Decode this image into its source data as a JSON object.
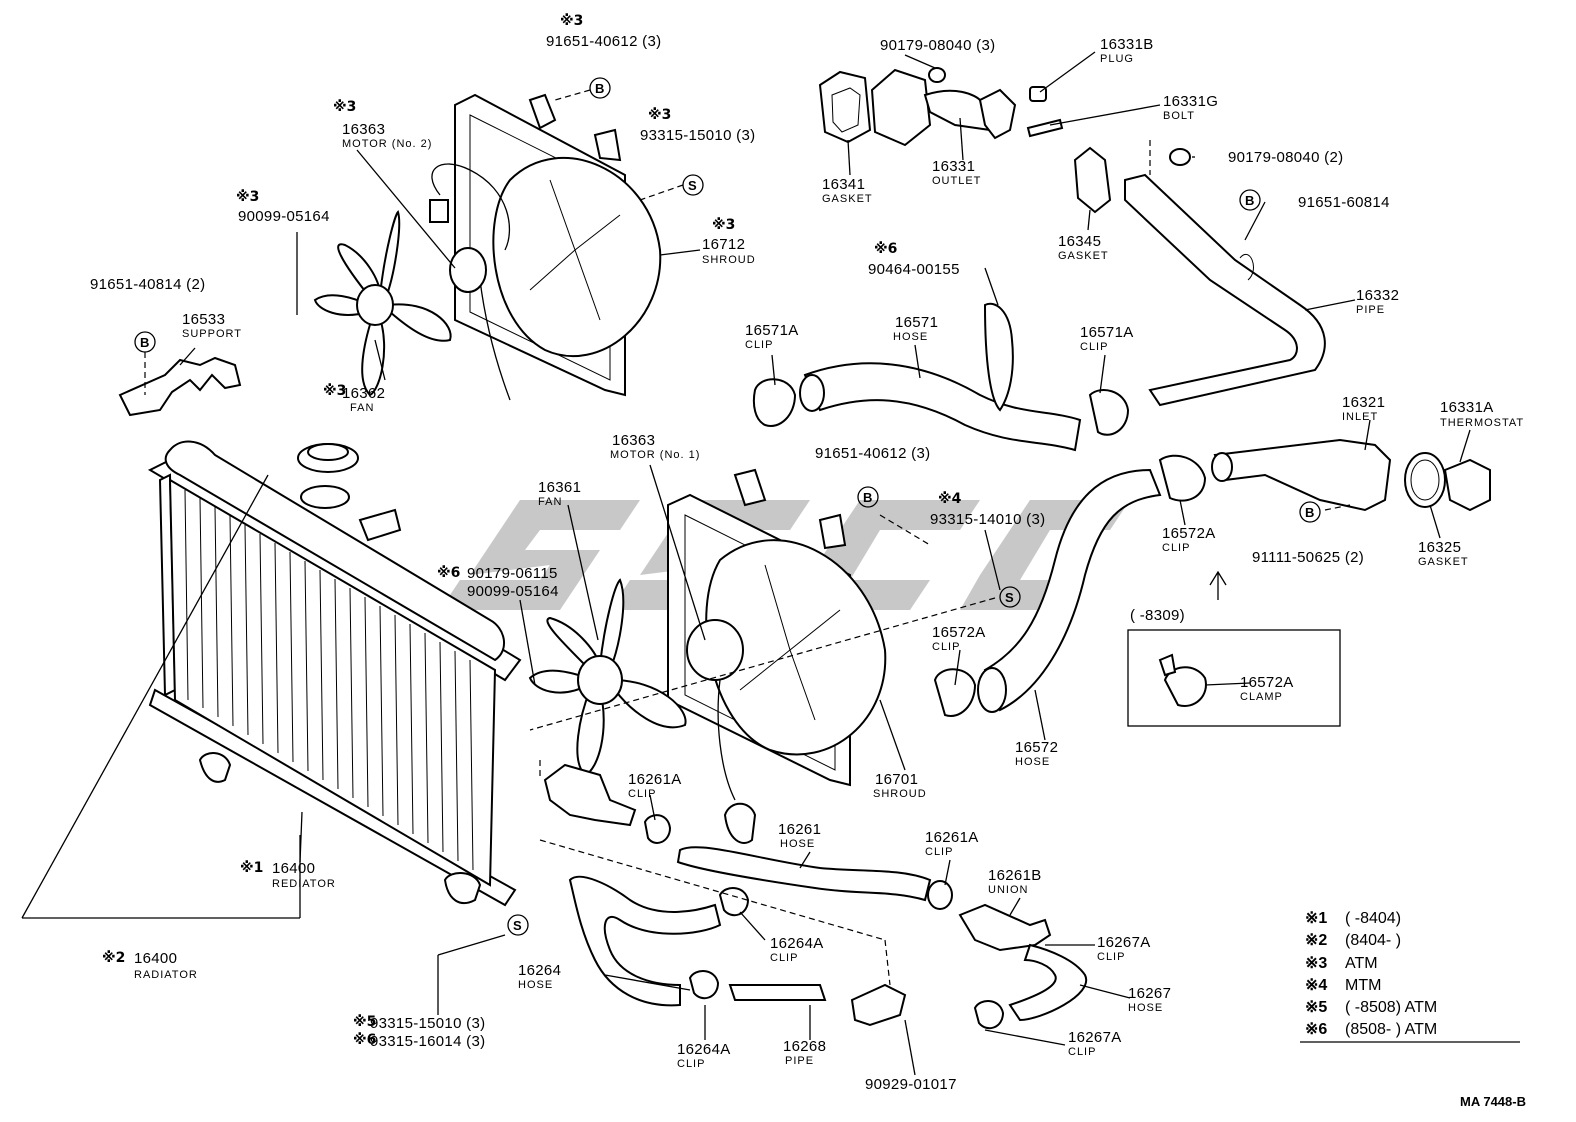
{
  "labels": {
    "l_91651_40612_top": "91651-40612 (3)",
    "l_16363_top": "16363",
    "l_motor_no2": "MOTOR (No. 2)",
    "l_93315_15010": "93315-15010 (3)",
    "l_16712": "16712",
    "l_shroud_top": "SHROUD",
    "l_90099_05164_top": "90099-05164",
    "l_91651_40814": "91651-40814 (2)",
    "l_16533": "16533",
    "l_support": "SUPPORT",
    "l_16362": "16362",
    "l_fan_top": "FAN",
    "l_90179_08040_3": "90179-08040 (3)",
    "l_16331b": "16331B",
    "l_plug": "PLUG",
    "l_16331g": "16331G",
    "l_bolt": "BOLT",
    "l_16341": "16341",
    "l_gasket_16341": "GASKET",
    "l_16331": "16331",
    "l_outlet": "OUTLET",
    "l_90179_08040_2": "90179-08040 (2)",
    "l_91651_60814": "91651-60814",
    "l_16345": "16345",
    "l_gasket_16345": "GASKET",
    "l_90464_00155": "90464-00155",
    "l_16332": "16332",
    "l_pipe_16332": "PIPE",
    "l_16571a_left": "16571A",
    "l_clip_16571a_left": "CLIP",
    "l_16571": "16571",
    "l_hose_16571": "HOSE",
    "l_16571a_right": "16571A",
    "l_clip_16571a_right": "CLIP",
    "l_16321": "16321",
    "l_inlet": "INLET",
    "l_16331a": "16331A",
    "l_thermostat": "THERMOSTAT",
    "l_16363_mid": "16363",
    "l_motor_no1": "MOTOR (No. 1)",
    "l_91651_40612_mid": "91651-40612 (3)",
    "l_16361": "16361",
    "l_fan_mid": "FAN",
    "l_93315_14010": "93315-14010 (3)",
    "l_16572a_top": "16572A",
    "l_clip_16572a_top": "CLIP",
    "l_91111_50625": "91111-50625 (2)",
    "l_16325": "16325",
    "l_gasket_16325": "GASKET",
    "l_90179_06115": "90179-06115",
    "l_90099_05164_mid": "90099-05164",
    "l_8309": "(        -8309)",
    "l_16572a_mid": "16572A",
    "l_clip_16572a_mid": "CLIP",
    "l_16572a_clamp": "16572A",
    "l_clamp": "CLAMP",
    "l_16572": "16572",
    "l_hose_16572": "HOSE",
    "l_16701": "16701",
    "l_shroud_mid": "SHROUD",
    "l_16261a_left": "16261A",
    "l_clip_16261a_left": "CLIP",
    "l_16261": "16261",
    "l_hose_16261": "HOSE",
    "l_16261a_right": "16261A",
    "l_clip_16261a_right": "CLIP",
    "l_16261b": "16261B",
    "l_union": "UNION",
    "l_16400_rediator": "16400",
    "l_rediator": "REDIATOR",
    "l_16264a_mid": "16264A",
    "l_clip_16264a_mid": "CLIP",
    "l_16267a_top": "16267A",
    "l_clip_16267a_top": "CLIP",
    "l_16400_radiator": "16400",
    "l_radiator": "RADIATOR",
    "l_16264": "16264",
    "l_hose_16264": "HOSE",
    "l_16267": "16267",
    "l_hose_16267": "HOSE",
    "l_93315_15010_b": "93315-15010 (3)",
    "l_93315_16014": "93315-16014 (3)",
    "l_16267a_bot": "16267A",
    "l_clip_16267a_bot": "CLIP",
    "l_16264a_bot": "16264A",
    "l_clip_16264a_bot": "CLIP",
    "l_16268": "16268",
    "l_pipe_16268": "PIPE",
    "l_90929_01017": "90929-01017",
    "l_ref": "MA 7448-B"
  },
  "marks": {
    "m3a": "※3",
    "m3b": "※3",
    "m3c": "※3",
    "m3d": "※3",
    "m3e": "※3",
    "m3f": "※3",
    "m6a": "※6",
    "m4a": "※4",
    "m6b": "※6",
    "m1a": "※1",
    "m2a": "※2",
    "m5a": "※5",
    "m6c": "※6"
  },
  "callouts": {
    "b": "B",
    "s": "S"
  },
  "legend": [
    {
      "mark": "※1",
      "text": "(        -8404)"
    },
    {
      "mark": "※2",
      "text": "(8404-        )"
    },
    {
      "mark": "※3",
      "text": "ATM"
    },
    {
      "mark": "※4",
      "text": "MTM"
    },
    {
      "mark": "※5",
      "text": "(        -8508) ATM"
    },
    {
      "mark": "※6",
      "text": "(8508-        ) ATM"
    }
  ]
}
